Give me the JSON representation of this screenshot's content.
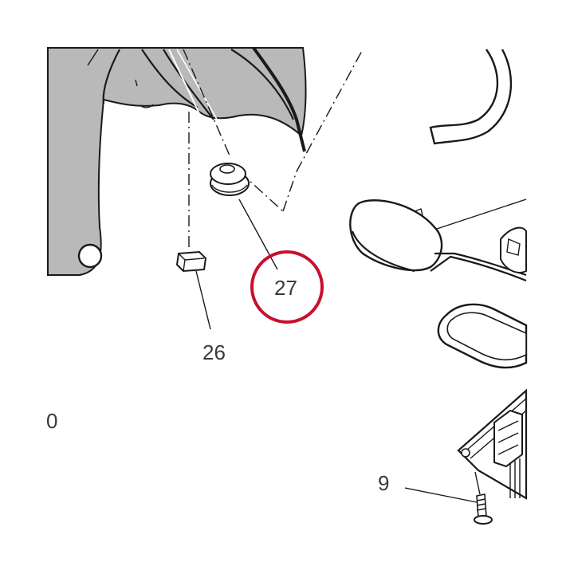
{
  "callouts": {
    "part_26": "26",
    "part_27": "27",
    "part_9": "9",
    "part_0": "0"
  },
  "highlight": {
    "target": "27",
    "color": "#c8102e"
  },
  "colors": {
    "housing_fill": "#b9b9b9",
    "line": "#1a1a1a",
    "label": "#3a3a3a"
  }
}
